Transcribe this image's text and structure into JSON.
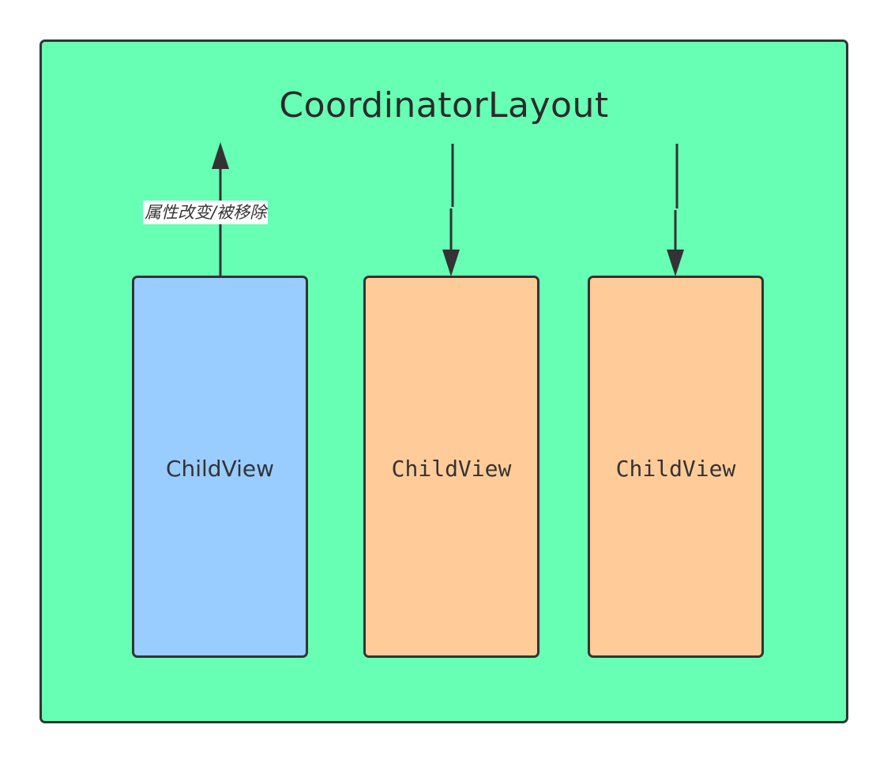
{
  "diagram": {
    "title": "CoordinatorLayout",
    "edge_label": "属性改变/被移除",
    "children": [
      {
        "label": "ChildView",
        "role": "dependency",
        "fill": "#99ccff"
      },
      {
        "label": "ChildView",
        "role": "dependent",
        "fill": "#ffcc99"
      },
      {
        "label": "ChildView",
        "role": "dependent",
        "fill": "#ffcc99"
      }
    ],
    "colors": {
      "container_fill": "#66ffb3",
      "stroke": "#333333"
    }
  }
}
